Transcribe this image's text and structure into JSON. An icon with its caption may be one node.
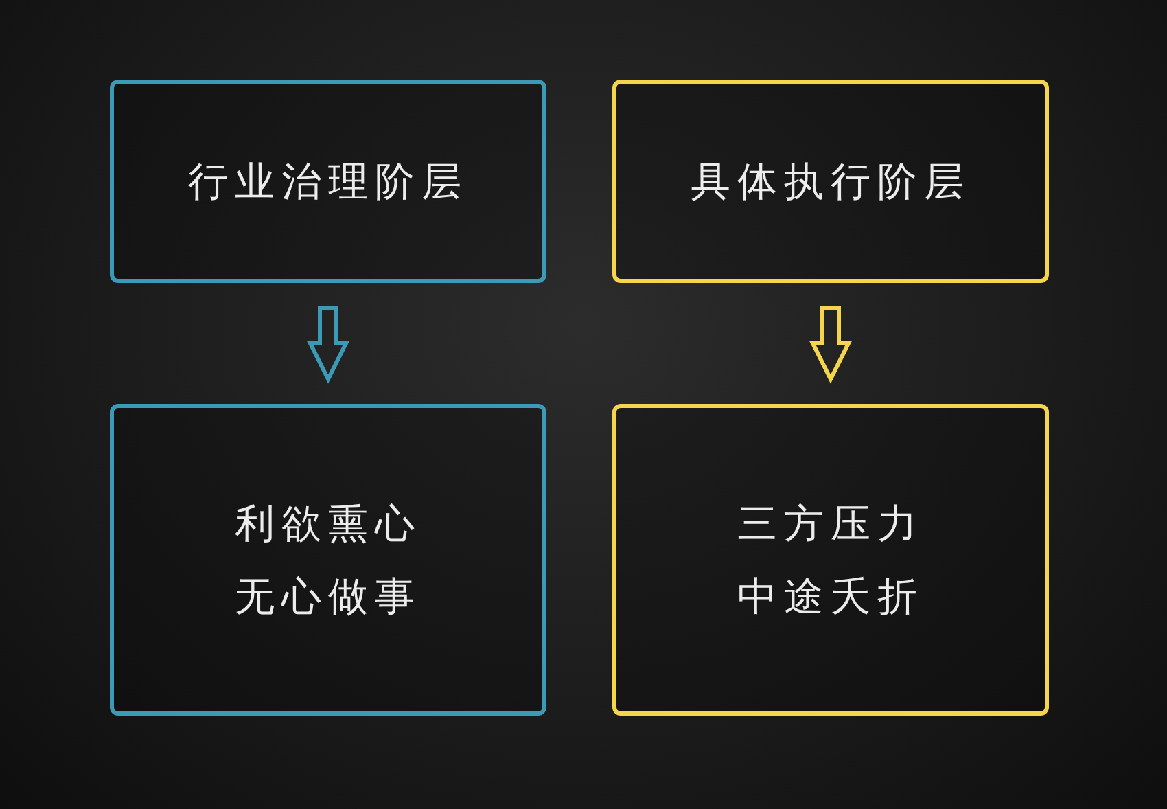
{
  "diagram": {
    "nodes": [
      {
        "text": [
          "行业治理阶层"
        ]
      },
      {
        "text": [
          "具体执行阶层"
        ]
      },
      {
        "text": [
          "利欲熏心",
          "无心做事"
        ]
      },
      {
        "text": [
          "三方压力",
          "中途夭折"
        ]
      }
    ],
    "edges": [
      {
        "from": 0,
        "to": 2,
        "arrow": "to",
        "color": "#3b9ab6"
      },
      {
        "from": 1,
        "to": 3,
        "arrow": "to",
        "color": "#f5d54c"
      }
    ]
  }
}
